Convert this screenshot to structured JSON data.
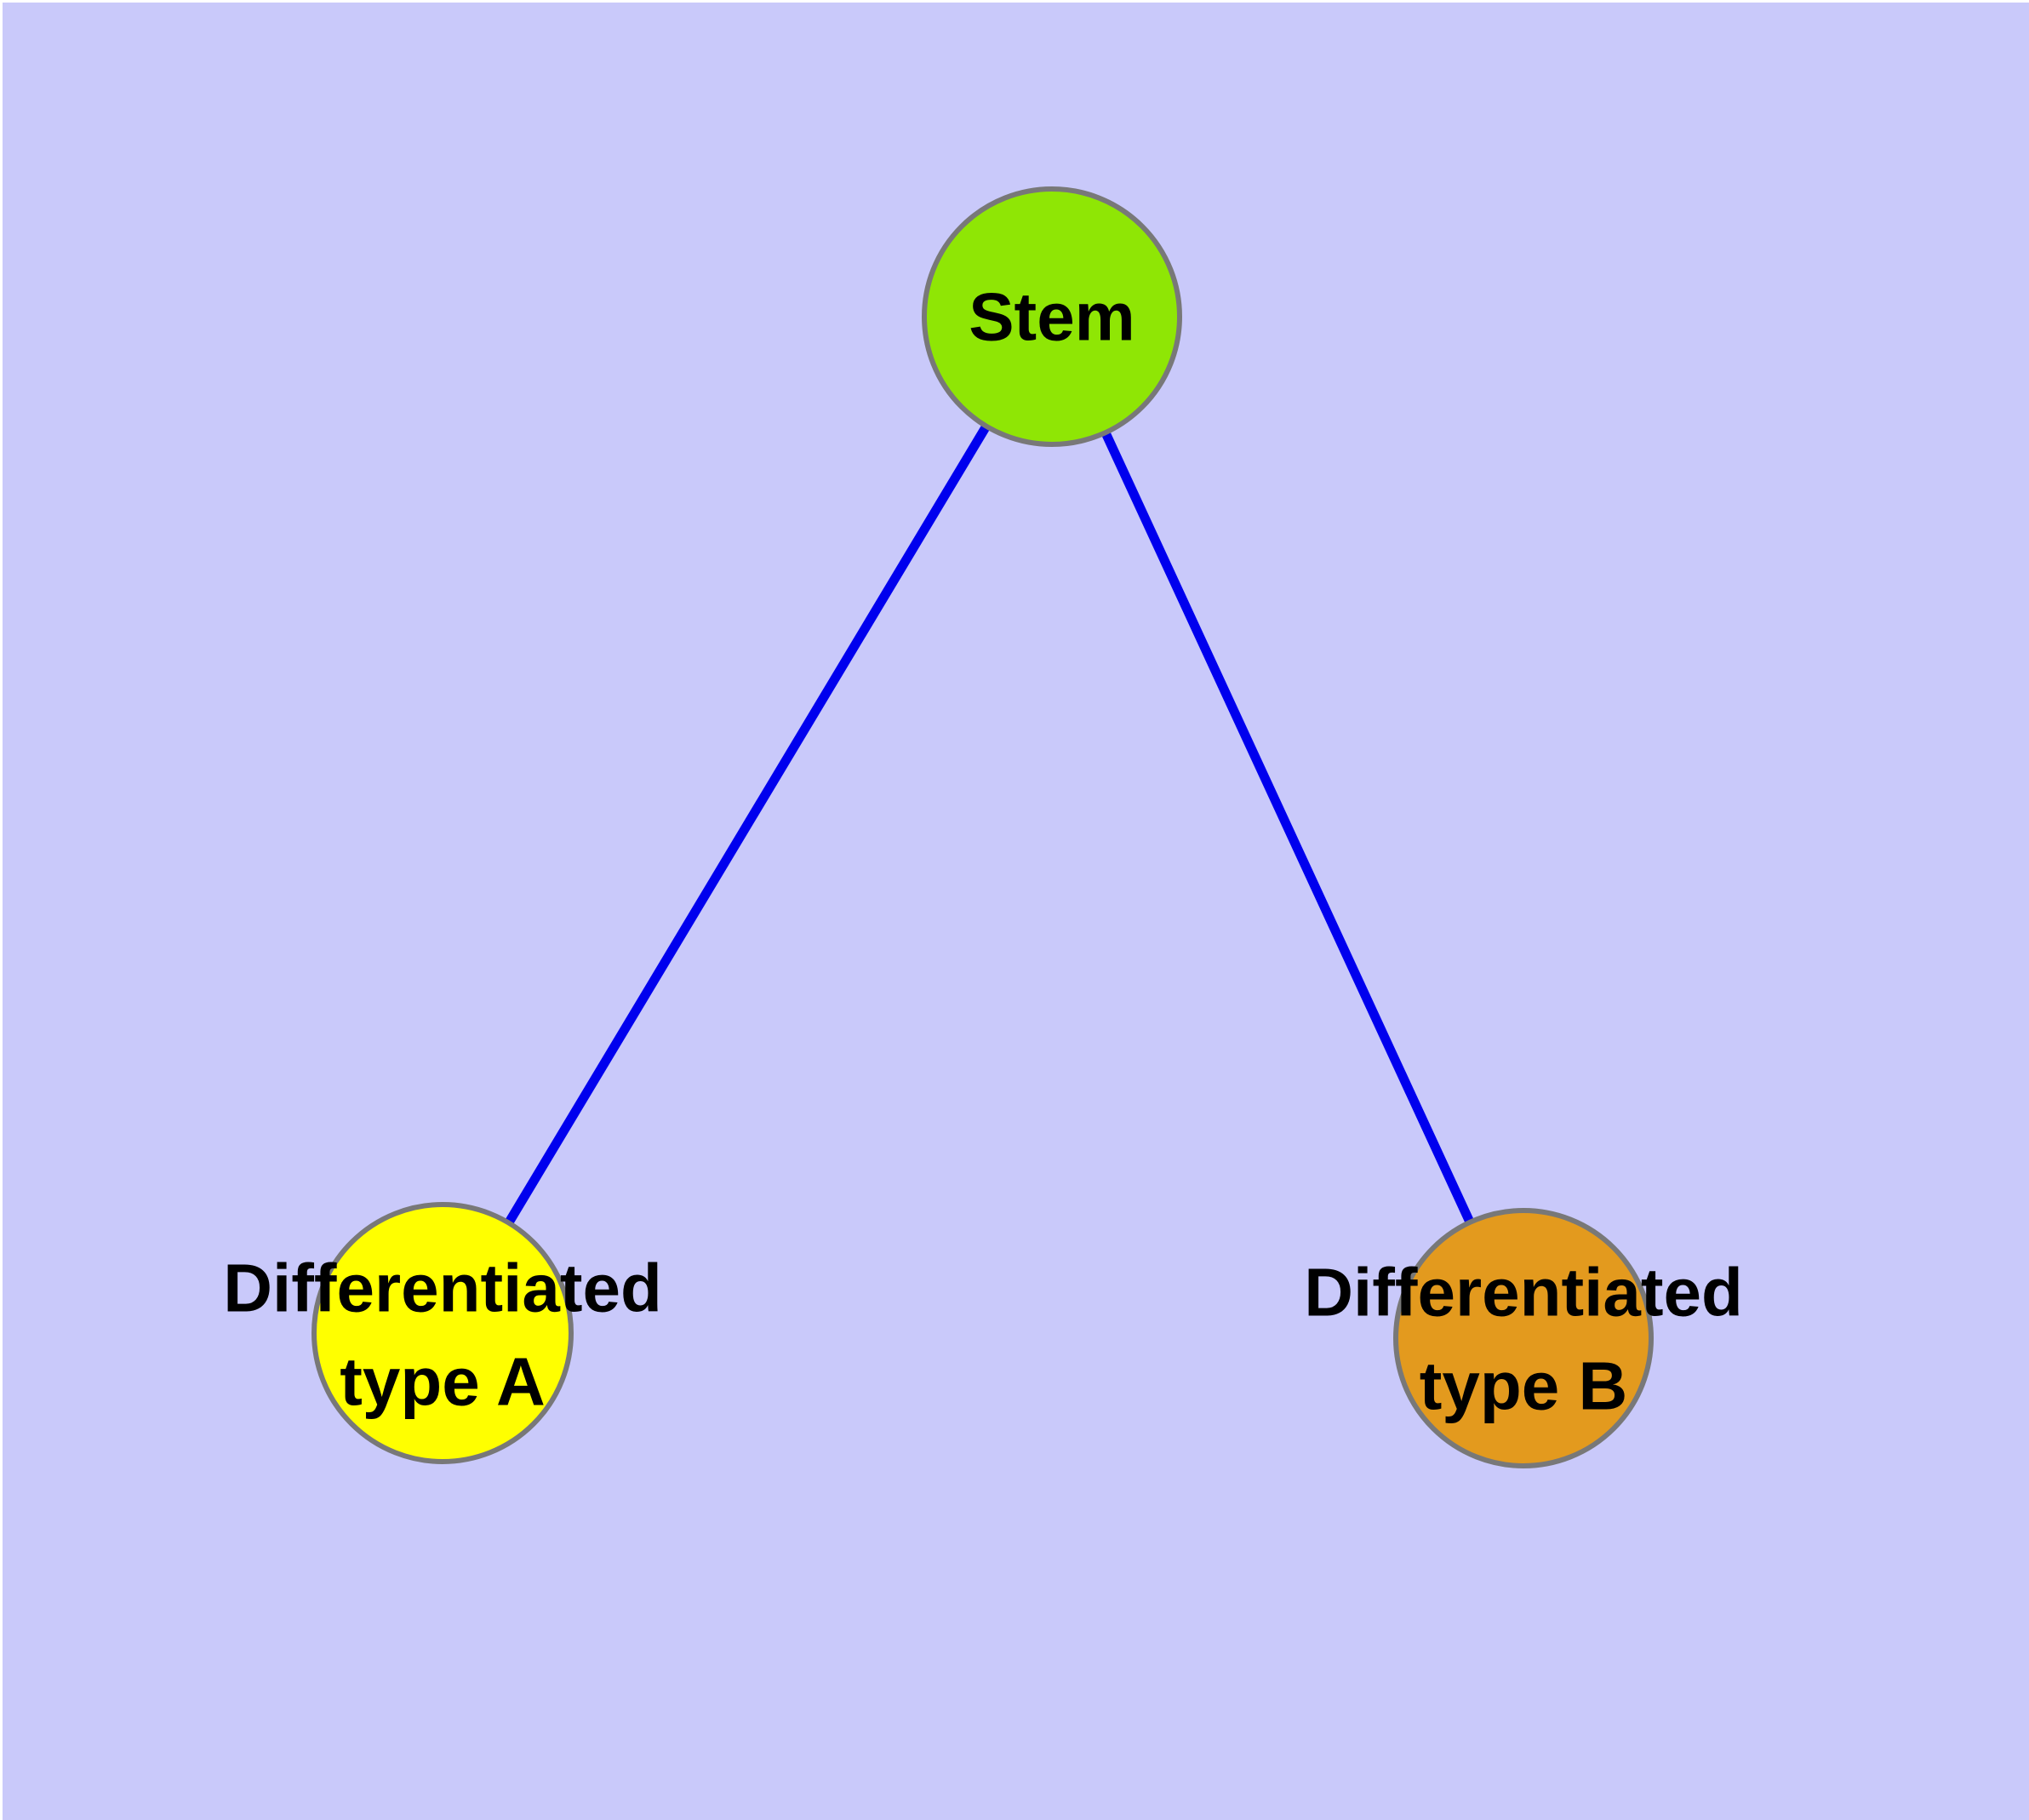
{
  "diagram": {
    "type": "node-link-graph",
    "background_color": "#C9C9FA",
    "edge_color": "#0000EE",
    "node_border_color": "#787878",
    "label_color": "#000000",
    "nodes": [
      {
        "id": "stem",
        "label": "Stem",
        "label_line1": "Stem",
        "label_line2": "",
        "color": "#8FE605",
        "position": "top-center"
      },
      {
        "id": "diff-type-a",
        "label": "Differentiated type A",
        "label_line1": "Differentiated",
        "label_line2": "type A",
        "color": "#FFFF00",
        "position": "bottom-left"
      },
      {
        "id": "diff-type-b",
        "label": "Differentiated type B",
        "label_line1": "Differentiated",
        "label_line2": "type B",
        "color": "#E39A1E",
        "position": "bottom-right"
      }
    ],
    "edges": [
      {
        "from": "Stem",
        "to": "Differentiated type A"
      },
      {
        "from": "Stem",
        "to": "Differentiated type B"
      }
    ]
  }
}
